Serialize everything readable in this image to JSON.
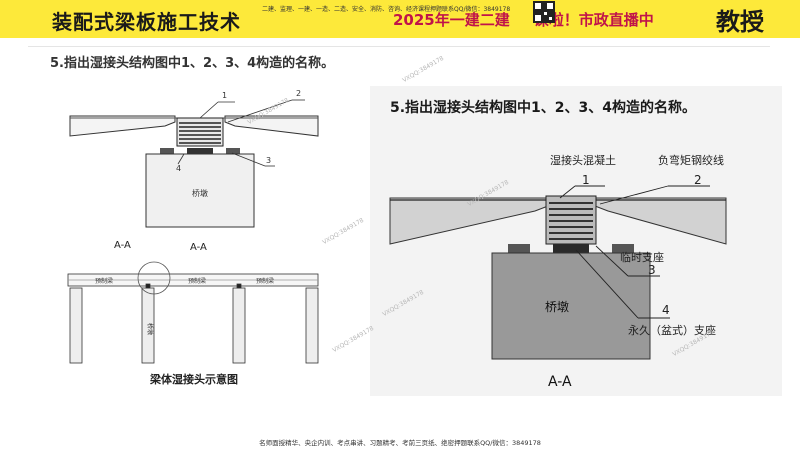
{
  "header": {
    "title": "装配式梁板施工技术",
    "notice": "二建、监理、一建、一造、二造、安全、消防、咨询、经济课程押题联系QQ/微信：3849178",
    "banner": "2025年一建二建",
    "banner_tail": "课啦！市政直播中",
    "badge": "教授",
    "accent_color": "#fde93a",
    "banner_color": "#c0134a"
  },
  "left": {
    "question": "5.指出湿接头结构图中1、2、3、4构造的名称。",
    "labels": {
      "n1": "1",
      "n2": "2",
      "n3": "3",
      "n4": "4",
      "pier": "桥墩",
      "section_aa_upper": "A-A",
      "section_aa_mid": "A-A",
      "precast_beam": "预制梁",
      "pier_vertical": "桥墩",
      "caption": "梁体湿接头示意图"
    }
  },
  "right": {
    "question": "5.指出湿接头结构图中1、2、3、4构造的名称。",
    "labels": {
      "wet_concrete": "湿接头混凝土",
      "neg_moment_strand": "负弯矩钢绞线",
      "n1": "1",
      "n2": "2",
      "temporary_bearing": "临时支座",
      "n3": "3",
      "n4": "4",
      "pier": "桥墩",
      "permanent_bearing": "永久（盆式）支座",
      "section_aa": "A-A"
    }
  },
  "watermark": "VXQQ:3849178",
  "footer": "名师面授精华、央企内训、考点串讲、习题精考、考前三页纸、绝密押题联系QQ/微信：3849178"
}
